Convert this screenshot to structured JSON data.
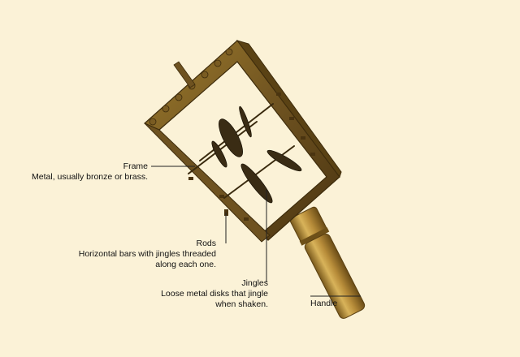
{
  "labels": {
    "frame": {
      "title": "Frame",
      "desc": "Metal, usually bronze or brass."
    },
    "rods": {
      "title": "Rods",
      "desc_line1": "Horizontal bars with jingles threaded",
      "desc_line2": "along each one."
    },
    "jingles": {
      "title": "Jingles",
      "desc_line1": "Loose metal disks that jingle",
      "desc_line2": "when shaken."
    },
    "handle": {
      "title": "Handle"
    }
  },
  "colors": {
    "background": "#fbf2d7",
    "bronze": "#8a6a22",
    "bronze_dark": "#4a3410",
    "handle_light": "#c9a24d",
    "handle_dark": "#7a5a1c",
    "disk": "#3a2c14",
    "leader": "#222222"
  }
}
